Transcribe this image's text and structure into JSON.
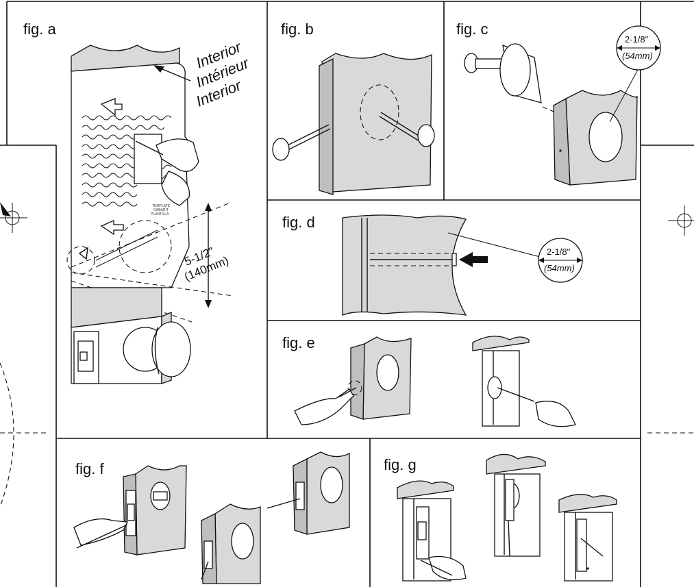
{
  "figures": {
    "a": {
      "label": "fig. a",
      "interior_labels": [
        "Interior",
        "Intérieur",
        "Interior"
      ],
      "dimension": "5-1/2\"",
      "dimension_metric": "(140mm)",
      "template_text": [
        "TEMPLATE",
        "GABARIT",
        "PLANTILLA"
      ]
    },
    "b": {
      "label": "fig. b"
    },
    "c": {
      "label": "fig. c",
      "dimension": "2-1/8\"",
      "dimension_metric": "(54mm)"
    },
    "d": {
      "label": "fig. d",
      "dimension": "2-1/8\"",
      "dimension_metric": "(54mm)"
    },
    "e": {
      "label": "fig. e"
    },
    "f": {
      "label": "fig. f"
    },
    "g": {
      "label": "fig. g"
    }
  },
  "colors": {
    "line": "#111111",
    "wood_gray": "#d9d9d9",
    "background": "#ffffff"
  }
}
